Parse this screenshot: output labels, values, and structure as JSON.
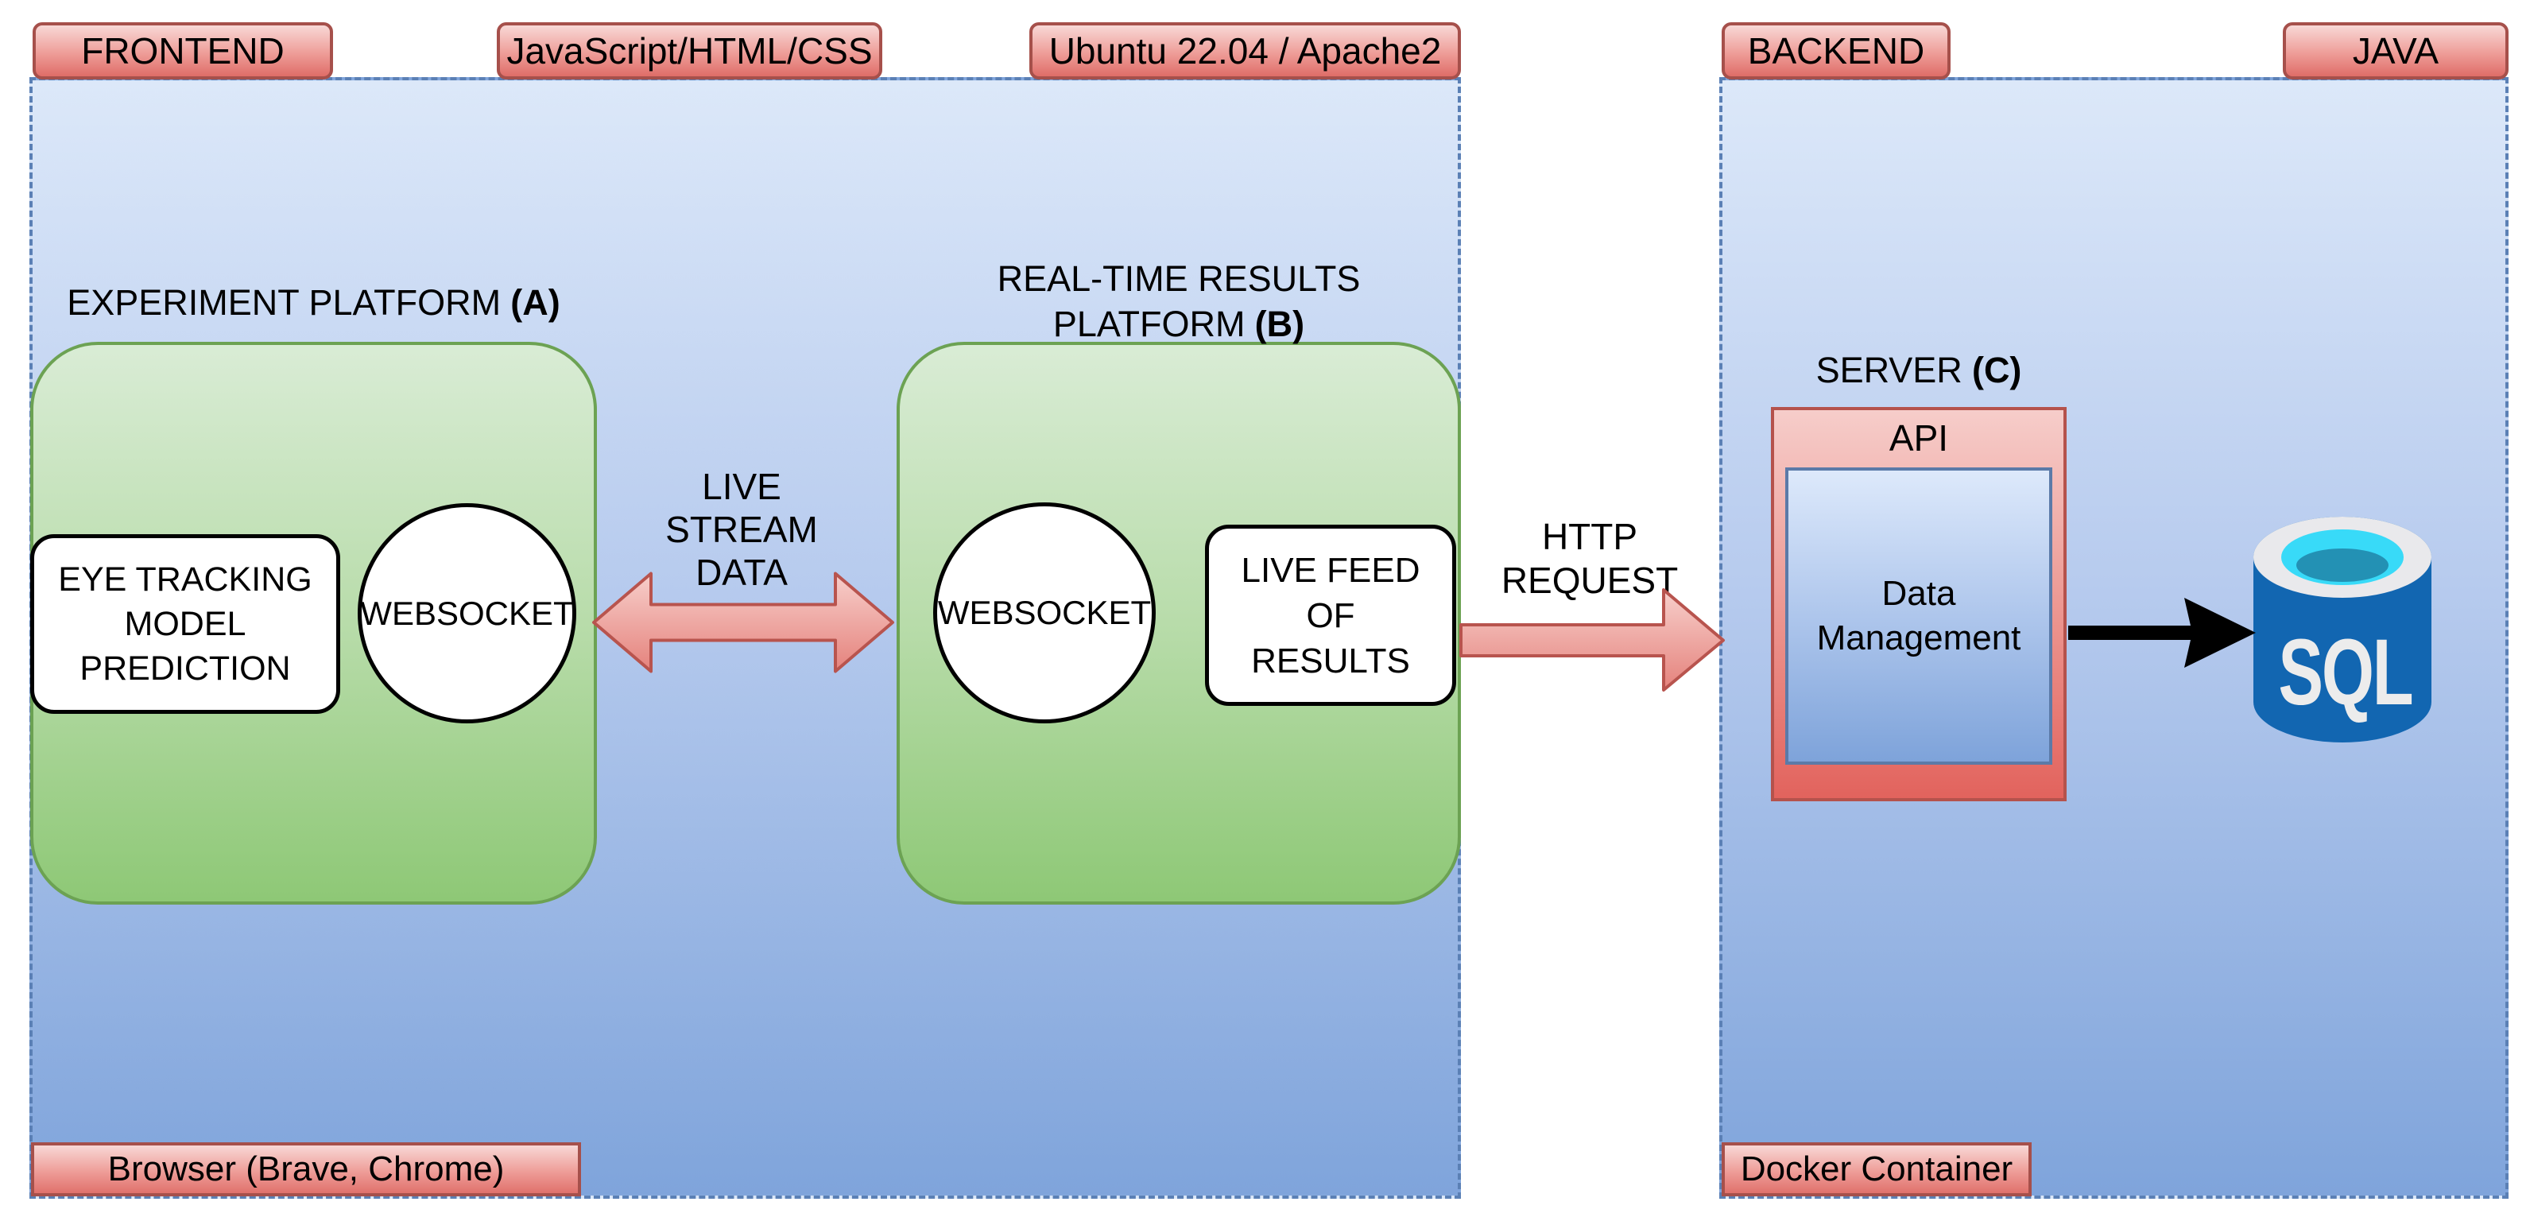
{
  "colors": {
    "zone_fill_top": "#dce8f9",
    "zone_fill_bottom": "#7fa4db",
    "zone_border": "#5b80b5",
    "red_label_fill_top": "#f8d8d6",
    "red_label_fill_bottom": "#df6d68",
    "red_label_border": "#a6504b",
    "green_platform_fill_top": "#d9ecd5",
    "green_platform_fill_bottom": "#8ec876",
    "green_platform_border": "#6ca253",
    "arrow_red_fill_top": "#f7cfcb",
    "arrow_red_fill_bottom": "#e5827c",
    "arrow_red_stroke": "#b8544e",
    "black_arrow": "#000000",
    "sql_body_blue": "#1266b1",
    "sql_rim_gray": "#e9e9ec",
    "sql_opening_cyan": "#38daf8",
    "sql_liquid_teal": "#2391b4"
  },
  "frontend": {
    "tab_frontend": "FRONTEND",
    "tab_stack": "JavaScript/HTML/CSS",
    "tab_os": "Ubuntu 22.04 / Apache2",
    "browser_label": "Browser (Brave, Chrome)",
    "platform_a": {
      "title": "EXPERIMENT PLATFORM",
      "title_bold": "(A)",
      "eye_tracking_label": "EYE TRACKING MODEL PREDICTION",
      "websocket_label": "WEBSOCKET"
    },
    "platform_b": {
      "title_line1": "REAL-TIME RESULTS",
      "title_line2": "PLATFORM",
      "title_bold": "(B)",
      "websocket_label": "WEBSOCKET",
      "live_feed_label": "LIVE FEED OF RESULTS"
    }
  },
  "connections": {
    "live_stream": "LIVE STREAM DATA",
    "http_request": "HTTP REQUEST"
  },
  "backend": {
    "tab_backend": "BACKEND",
    "tab_java": "JAVA",
    "server_title": "SERVER",
    "server_title_bold": "(C)",
    "api_label": "API",
    "data_management_label": "Data Management",
    "sql_label": "SQL",
    "docker_label": "Docker Container"
  }
}
